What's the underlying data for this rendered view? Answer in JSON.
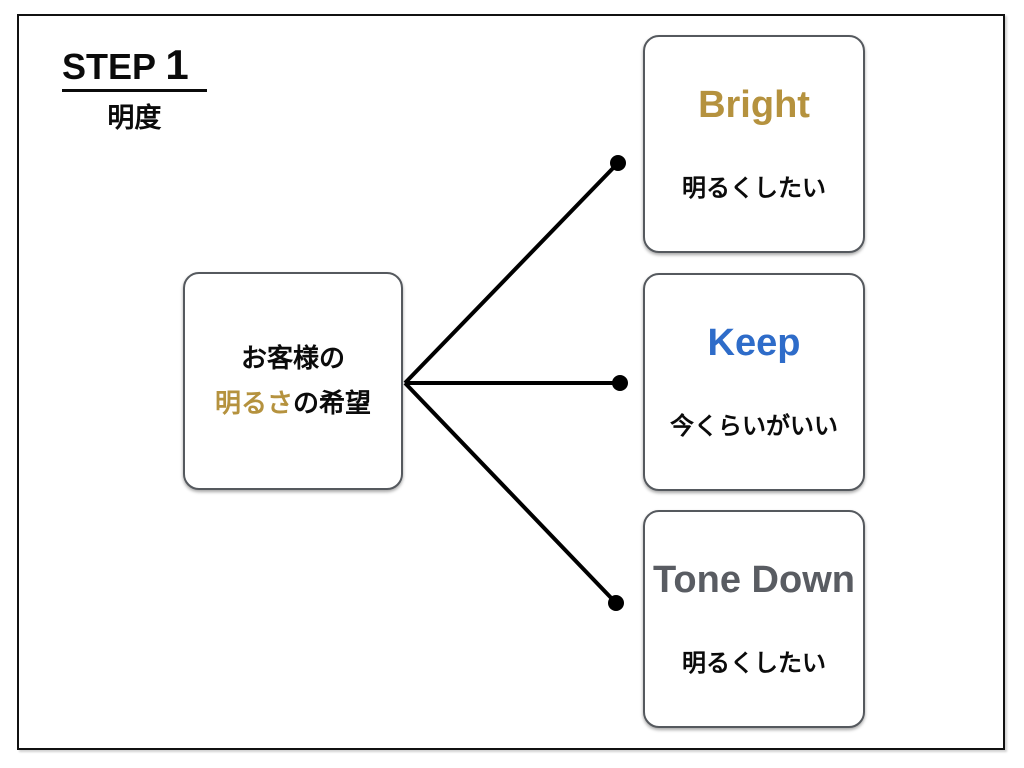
{
  "slide": {
    "step_label": "STEP",
    "step_number": "1",
    "step_subtitle": "明度"
  },
  "root_node": {
    "line1": "お客様の",
    "highlight": "明るさ",
    "rest": "の希望"
  },
  "options": [
    {
      "title": "Bright",
      "color": "#B5923E",
      "subtitle": "明るくしたい"
    },
    {
      "title": "Keep",
      "color": "#2E6CC9",
      "subtitle": "今くらいがいい"
    },
    {
      "title": "Tone Down",
      "color": "#595C62",
      "subtitle": "明るくしたい"
    }
  ],
  "colors": {
    "highlight_gold": "#B5923E",
    "connector_line": "#000000",
    "box_border": "#55595E",
    "frame_border": "#111111"
  }
}
